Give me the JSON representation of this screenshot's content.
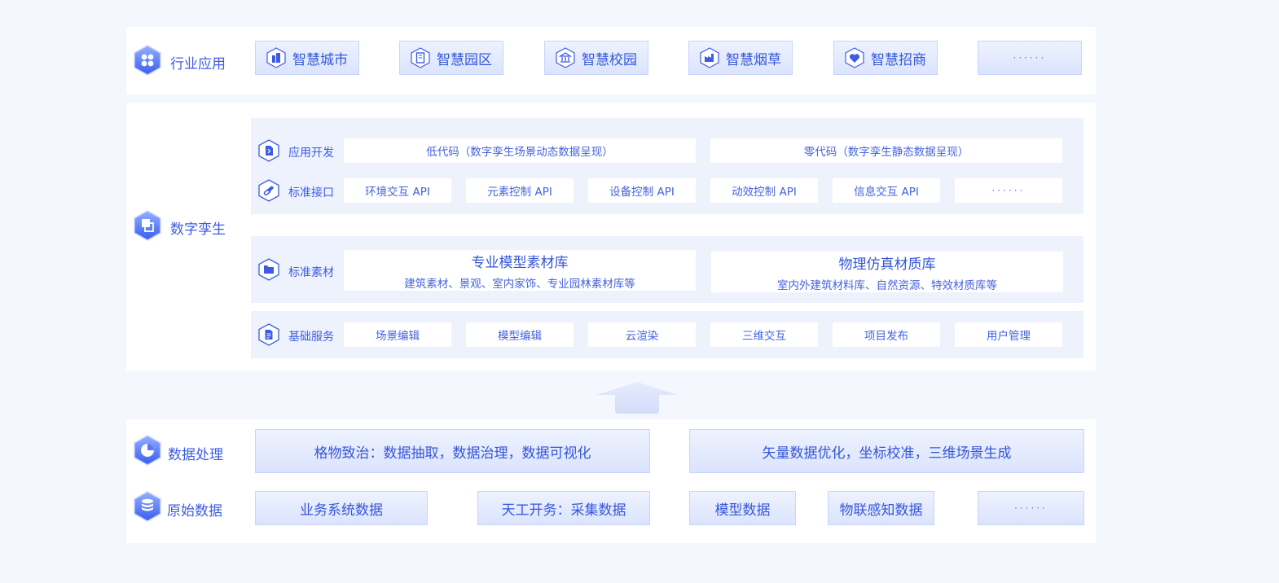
{
  "layers": {
    "industry": {
      "label": "行业应用",
      "icon": "grid-icon",
      "items": [
        {
          "label": "智慧城市",
          "icon": "city-building-icon"
        },
        {
          "label": "智慧园区",
          "icon": "park-building-icon"
        },
        {
          "label": "智慧校园",
          "icon": "campus-icon"
        },
        {
          "label": "智慧烟草",
          "icon": "factory-icon"
        },
        {
          "label": "智慧招商",
          "icon": "handshake-heart-icon"
        },
        {
          "label": "······"
        }
      ]
    },
    "twin": {
      "label": "数字孪生",
      "icon": "layers-icon",
      "app_dev": {
        "label": "应用开发",
        "icon": "document-code-icon",
        "items": [
          "低代码（数字孪生场景动态数据呈现）",
          "零代码（数字孪生静态数据呈现）"
        ]
      },
      "api": {
        "label": "标准接口",
        "icon": "link-icon",
        "items": [
          "环境交互 API",
          "元素控制 API",
          "设备控制 API",
          "动效控制 API",
          "信息交互 API",
          "······"
        ]
      },
      "material": {
        "label": "标准素材",
        "icon": "folder-icon",
        "items": [
          {
            "title": "专业模型素材库",
            "subtitle": "建筑素材、景观、室内家饰、专业园林素材库等"
          },
          {
            "title": "物理仿真材质库",
            "subtitle": "室内外建筑材料库、自然资源、特效材质库等"
          }
        ]
      },
      "services": {
        "label": "基础服务",
        "icon": "file-list-icon",
        "items": [
          "场景编辑",
          "模型编辑",
          "云渲染",
          "三维交互",
          "项目发布",
          "用户管理"
        ]
      }
    },
    "processing": {
      "label": "数据处理",
      "icon": "pie-chart-icon",
      "items": [
        "格物致治：数据抽取，数据治理，数据可视化",
        "矢量数据优化，坐标校准，三维场景生成"
      ]
    },
    "raw": {
      "label": "原始数据",
      "icon": "database-icon",
      "items": [
        "业务系统数据",
        "天工开务：采集数据",
        "模型数据",
        "物联感知数据",
        "······"
      ]
    }
  },
  "colors": {
    "accent": "#3d5ce6",
    "icon_gradient_start": "#8aa8ff",
    "icon_gradient_end": "#3c5ff0",
    "page_bg": "#f5f7fe",
    "band_bg": "#eef2fd"
  }
}
